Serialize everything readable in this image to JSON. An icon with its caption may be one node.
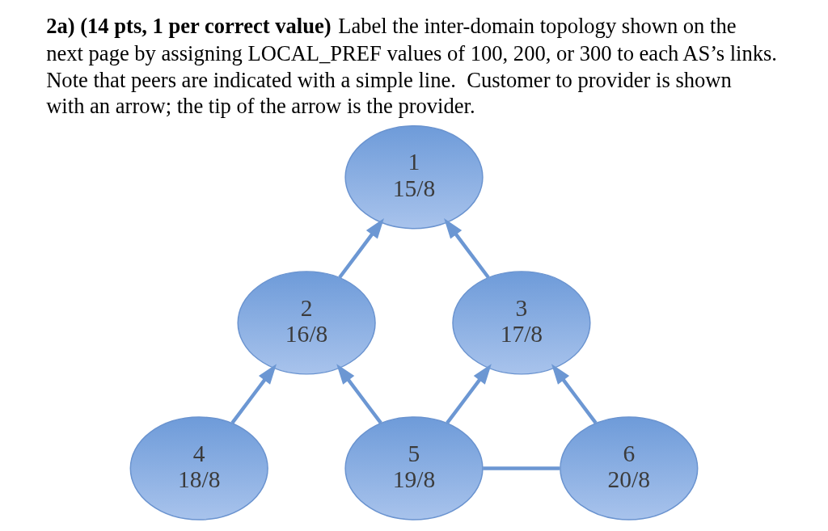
{
  "diagram": {
    "title": "**2a) (14 pts, 1 per correct value)** Label the inter-domain topology shown on the next page by assigning LOCAL_PREF values of 100, 200, or 300 to each AS’s links. Note that peers are indicated with a simple line.  Customer to provider is shown with an arrow; the tip of the arrow is the provider.",
    "nodes": [
      {
        "text": [
          "1",
          "15/8"
        ]
      },
      {
        "text": [
          "2",
          "16/8"
        ]
      },
      {
        "text": [
          "3",
          "17/8"
        ]
      },
      {
        "text": [
          "4",
          "18/8"
        ]
      },
      {
        "text": [
          "5",
          "19/8"
        ]
      },
      {
        "text": [
          "6",
          "20/8"
        ]
      }
    ],
    "edges": [
      {
        "from": 1,
        "to": 0,
        "arrow": "to"
      },
      {
        "from": 2,
        "to": 0,
        "arrow": "to"
      },
      {
        "from": 3,
        "to": 1,
        "arrow": "to"
      },
      {
        "from": 4,
        "to": 1,
        "arrow": "to"
      },
      {
        "from": 4,
        "to": 2,
        "arrow": "to"
      },
      {
        "from": 5,
        "to": 2,
        "arrow": "to"
      },
      {
        "from": 4,
        "to": 5,
        "arrow": "none"
      }
    ]
  }
}
